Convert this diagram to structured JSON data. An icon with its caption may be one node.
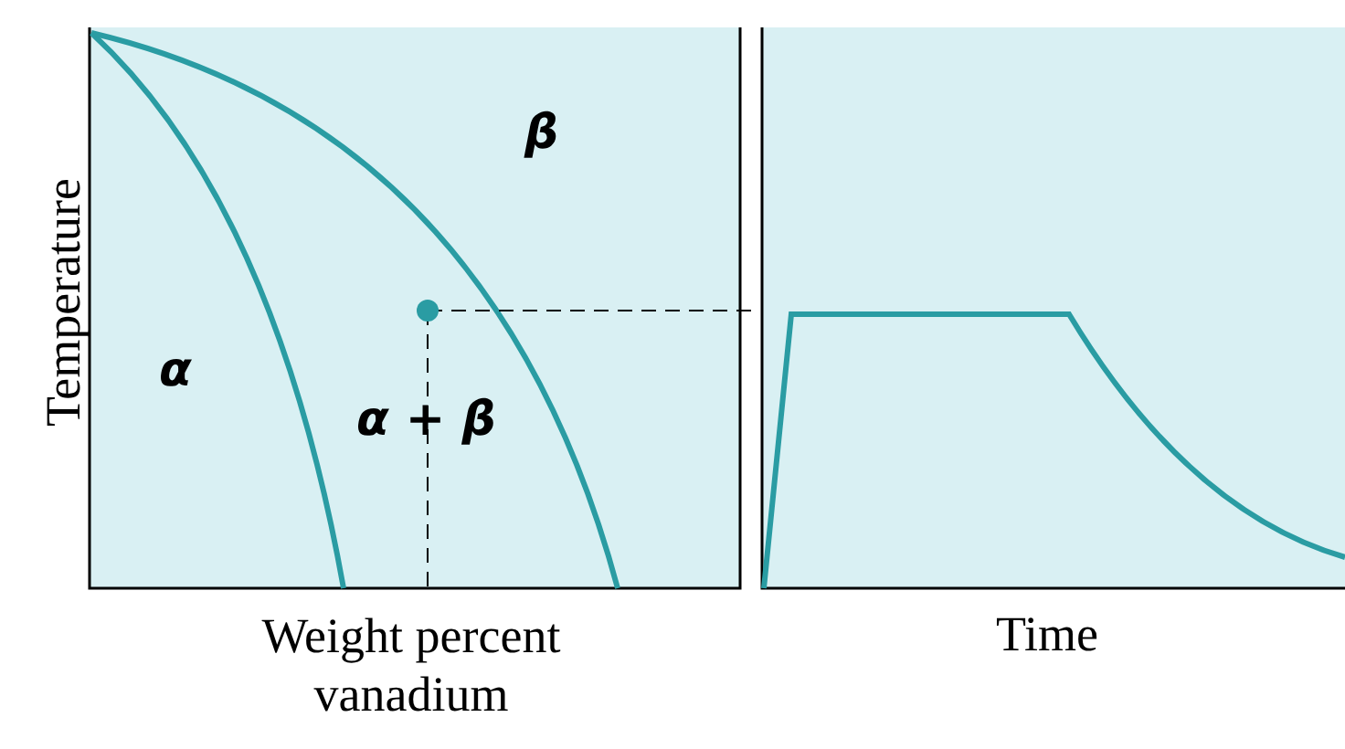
{
  "diagram": {
    "labels": [
      "β",
      "Temperature",
      "α",
      "α + β",
      "Weight percent vanadium",
      "Time"
    ]
  }
}
